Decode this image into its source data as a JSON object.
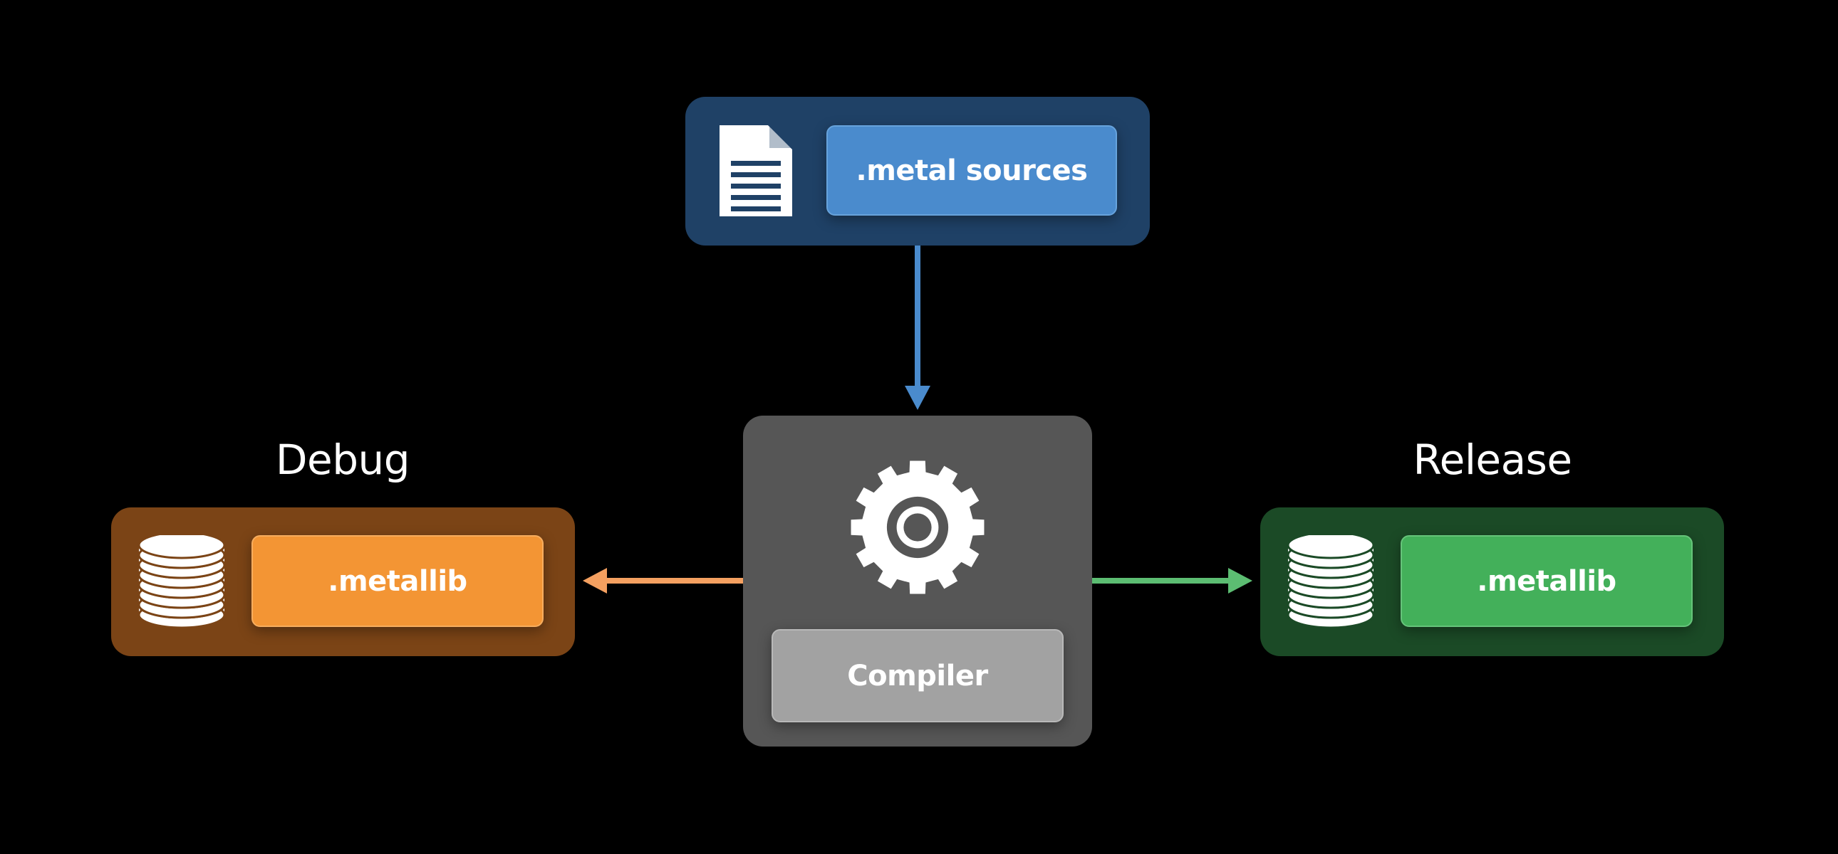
{
  "sources": {
    "label": ".metal sources",
    "icon": "document-icon",
    "panel_color": "#1f4166",
    "pill_color": "#4a8bcd"
  },
  "compiler": {
    "label": "Compiler",
    "icon": "gear-icon",
    "panel_color": "#565656",
    "pill_color": "#a2a2a2"
  },
  "debug": {
    "heading": "Debug",
    "label": ".metallib",
    "icon": "database-icon",
    "panel_color": "#7b4416",
    "pill_color": "#f39534",
    "arrow_color": "#f4a060"
  },
  "release": {
    "heading": "Release",
    "label": ".metallib",
    "icon": "database-icon",
    "panel_color": "#1b4a26",
    "pill_color": "#43b05a",
    "arrow_color": "#5cbd72"
  },
  "flow": {
    "sources_to_compiler_color": "#4a8bcd"
  }
}
